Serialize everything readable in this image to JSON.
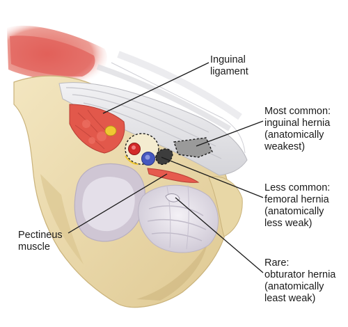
{
  "labels": {
    "inguinal_ligament": [
      "Inguinal",
      "ligament"
    ],
    "most_common": [
      "Most common:",
      "inguinal hernia",
      "(anatomically",
      "weakest)"
    ],
    "less_common": [
      "Less common:",
      "femoral hernia",
      "(anatomically",
      "less weak)"
    ],
    "rare": [
      "Rare:",
      "obturator hernia",
      "(anatomically",
      "least weak)"
    ],
    "pectineus": [
      "Pectineus",
      "muscle"
    ]
  },
  "colors": {
    "bone": "#ecdcae",
    "bone_shadow": "#d2bd86",
    "ligament": "#e2e2e6",
    "muscle": "#e06a5c",
    "muscle_bright": "#ef5a48",
    "nerve": "#f0c832",
    "artery": "#d32a2a",
    "vein": "#4658bf",
    "hernia_site": "#9a9a9a",
    "leader_line": "#1a1a1a"
  }
}
